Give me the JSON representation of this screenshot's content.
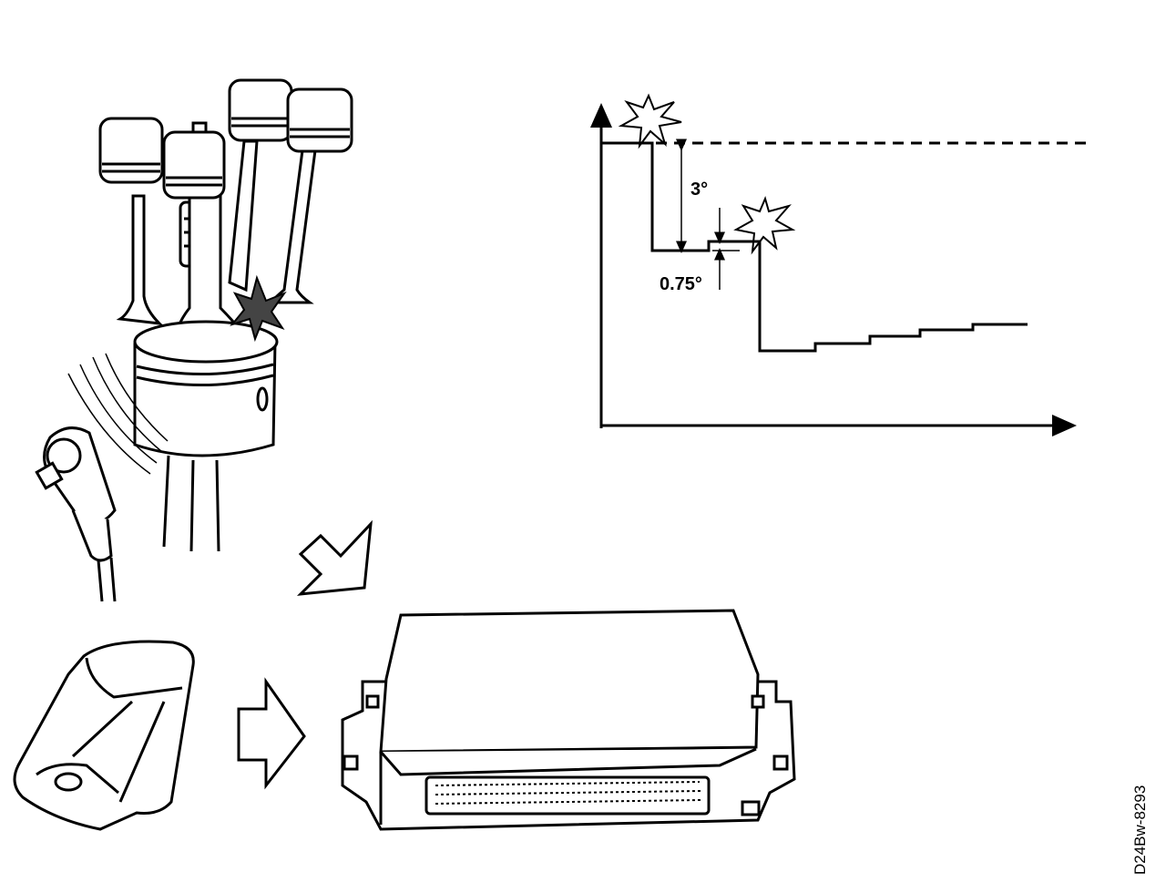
{
  "labels": {
    "retard_step": "3°",
    "advance_step": "0.75°",
    "figure_code": "D24Bw-8293"
  }
}
